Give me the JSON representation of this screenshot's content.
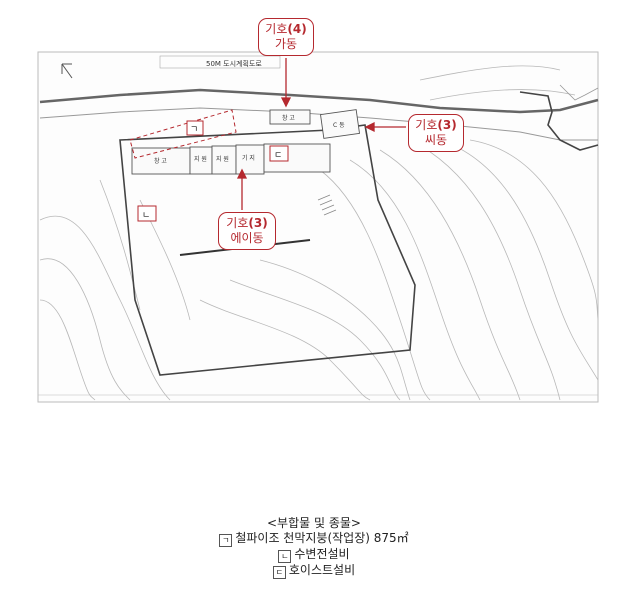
{
  "map": {
    "road_label": "50M 도시계획도로",
    "building_labels": [
      "창 고",
      "지 원",
      "지 원",
      "기 지",
      "창 고",
      "C 동"
    ],
    "sym_a": "ㄱ",
    "sym_b": "ㄴ",
    "sym_c": "ㄷ",
    "border_color": "#b5292f"
  },
  "callouts": {
    "ga": {
      "prefix": "기호",
      "num": "(4)",
      "name": "가동"
    },
    "ssi": {
      "prefix": "기호",
      "num": "(3)",
      "name": "씨동"
    },
    "ei": {
      "prefix": "기호",
      "num": "(3)",
      "name": "에이동"
    }
  },
  "caption": {
    "title": "<부합물 및 종물>",
    "items": [
      {
        "sym": "ㄱ",
        "text": "철파이조 천막지붕(작업장) 875㎡"
      },
      {
        "sym": "ㄴ",
        "text": "수변전설비"
      },
      {
        "sym": "ㄷ",
        "text": "호이스트설비"
      }
    ]
  }
}
